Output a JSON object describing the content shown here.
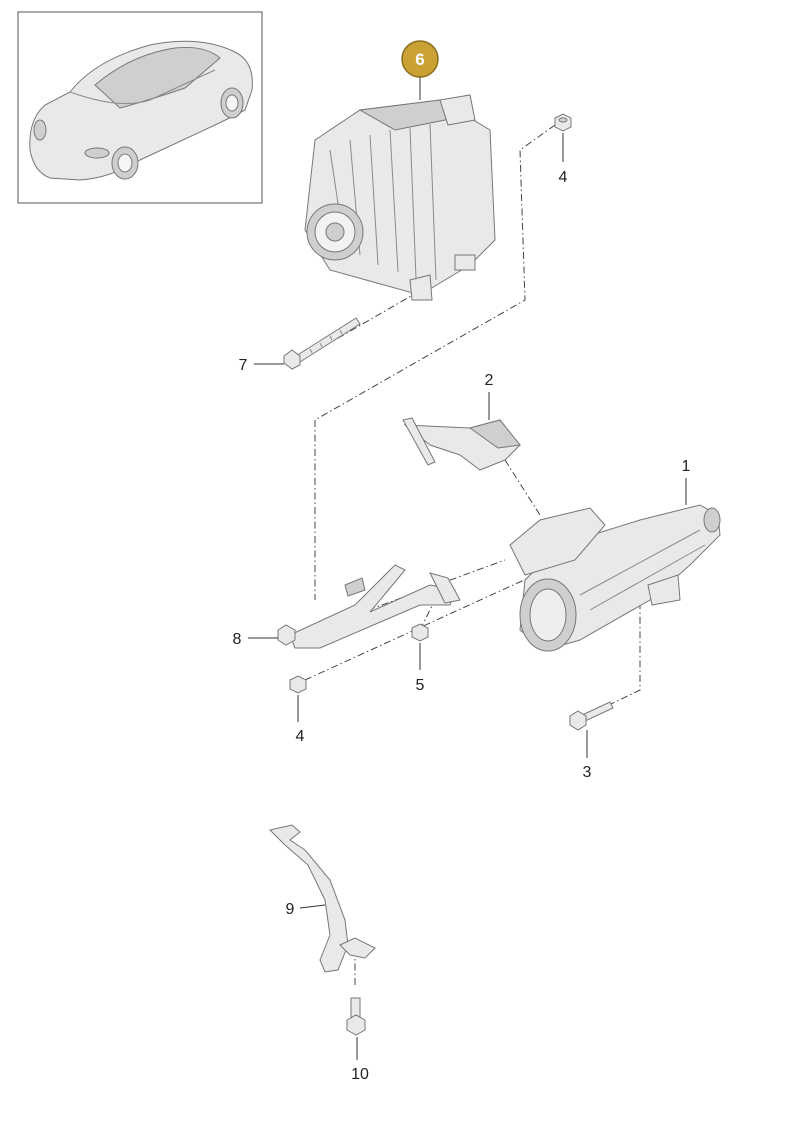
{
  "highlight_color": "#c9a233",
  "highlight_callout": "6",
  "callouts": {
    "c1": "1",
    "c2": "2",
    "c3": "3",
    "c4a": "4",
    "c4b": "4",
    "c5": "5",
    "c7": "7",
    "c8": "8",
    "c9": "9",
    "c10": "10"
  }
}
